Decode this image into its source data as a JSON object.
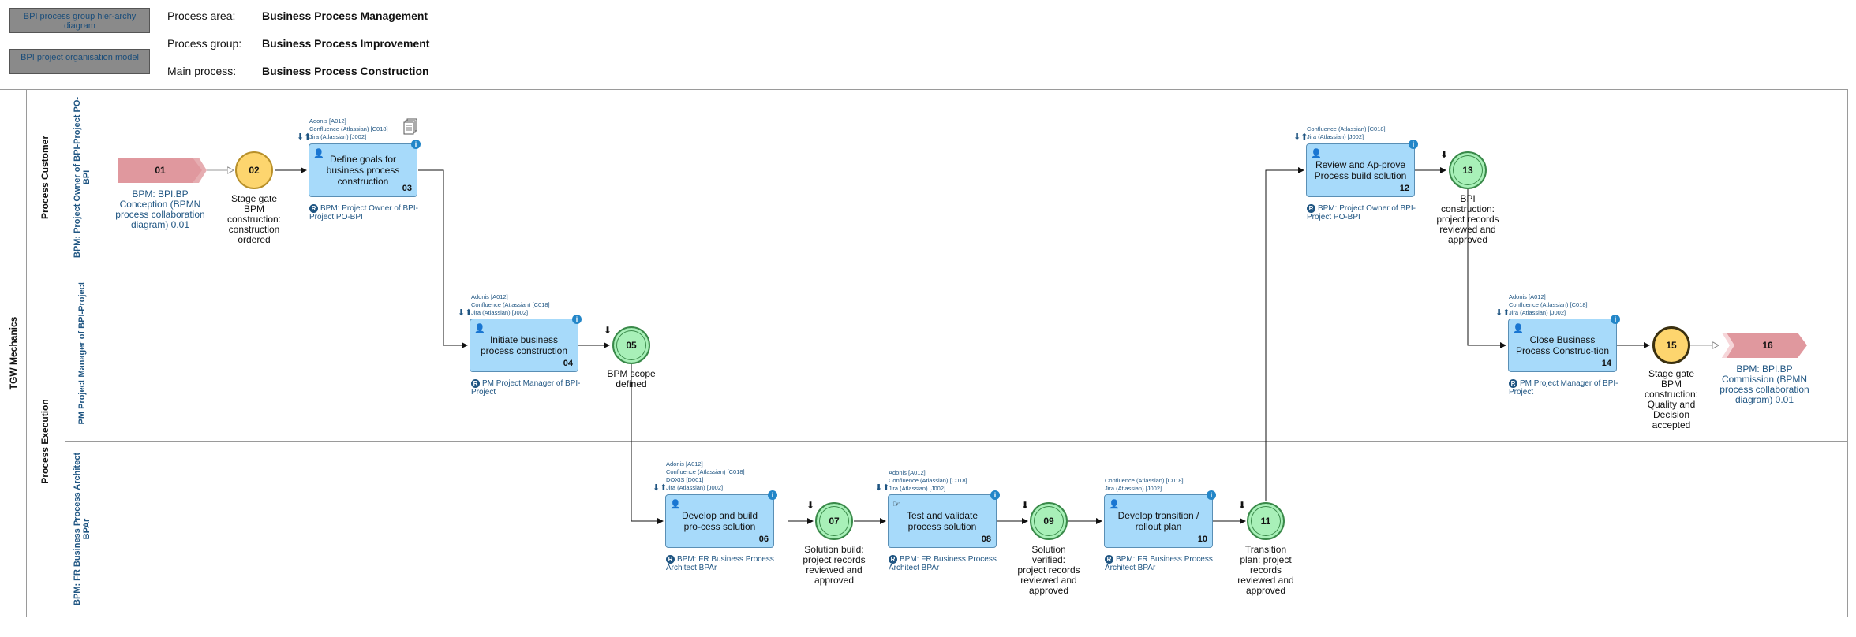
{
  "header": {
    "btn_hierarchy": "BPI process group hier-archy diagram",
    "btn_org": "BPI project organisation model",
    "area_label": "Process area:",
    "area_value": "Business Process Management",
    "group_label": "Process group:",
    "group_value": "Business Process Improvement",
    "main_label": "Main process:",
    "main_value": "Business Process Construction"
  },
  "pool": {
    "name": "TGW Mechanics"
  },
  "phases": {
    "customer": "Process Customer",
    "execution": "Process Execution"
  },
  "lanes": {
    "owner": "BPM: Project Owner of BPI-Project PO-BPI",
    "pm": "PM Project Manager of BPI-Project",
    "architect": "BPM: FR Business Process Architect BPAr"
  },
  "ipis": {
    "start": {
      "num": "01",
      "caption": "BPM: BPI.BP Conception (BPMN process collaboration diagram) 0.01"
    },
    "end": {
      "num": "16",
      "caption": "BPM: BPI.BP Commission (BPMN process collaboration diagram) 0.01"
    }
  },
  "events": {
    "e02": {
      "num": "02",
      "caption": "Stage gate BPM construction: construction ordered"
    },
    "e05": {
      "num": "05",
      "caption": "BPM scope defined"
    },
    "e07": {
      "num": "07",
      "caption": "Solution build: project records reviewed and approved"
    },
    "e09": {
      "num": "09",
      "caption": "Solution verified: project records reviewed and approved"
    },
    "e11": {
      "num": "11",
      "caption": "Transition plan: project records reviewed and approved"
    },
    "e13": {
      "num": "13",
      "caption": "BPI construction: project records reviewed and approved"
    },
    "e15": {
      "num": "15",
      "caption": "Stage gate BPM construction: Quality and Decision accepted"
    }
  },
  "tasks": {
    "t03": {
      "num": "03",
      "label": "Define goals for business process construction",
      "tools": [
        "Adonis [A012]",
        "Confluence (Atlassian) [C018]",
        "Jira (Atlassian) [J002]"
      ],
      "role": "BPM: Project Owner of BPI-Project PO-BPI"
    },
    "t04": {
      "num": "04",
      "label": "Initiate business process construction",
      "tools": [
        "Adonis [A012]",
        "Confluence (Atlassian) [C018]",
        "Jira (Atlassian) [J002]"
      ],
      "role": "PM Project Manager of BPI-Project"
    },
    "t06": {
      "num": "06",
      "label": "Develop and build pro-cess solution",
      "tools": [
        "Adonis [A012]",
        "Confluence (Atlassian) [C018]",
        "DOXIS [D001]",
        "Jira (Atlassian) [J002]"
      ],
      "role": "BPM: FR Business Process Architect BPAr"
    },
    "t08": {
      "num": "08",
      "label": "Test and validate process solution",
      "tools": [
        "Adonis [A012]",
        "Confluence (Atlassian) [C018]",
        "Jira (Atlassian) [J002]"
      ],
      "role": "BPM: FR Business Process Architect BPAr"
    },
    "t10": {
      "num": "10",
      "label": "Develop transition / rollout plan",
      "tools": [
        "Confluence (Atlassian) [C018]",
        "Jira (Atlassian) [J002]"
      ],
      "role": "BPM: FR Business Process Architect BPAr"
    },
    "t12": {
      "num": "12",
      "label": "Review and Ap-prove Process build solution",
      "tools": [
        "Confluence (Atlassian) [C018]",
        "Jira (Atlassian) [J002]"
      ],
      "role": "BPM: Project Owner of BPI-Project PO-BPI"
    },
    "t14": {
      "num": "14",
      "label": "Close Business Process Construc-tion",
      "tools": [
        "Adonis [A012]",
        "Confluence (Atlassian) [C018]",
        "Jira (Atlassian) [J002]"
      ],
      "role": "PM Project Manager of BPI-Project"
    }
  },
  "icons": {
    "person": "person-icon",
    "info": "info-icon",
    "document": "document-stack-icon",
    "updown": "up-down-arrows-icon",
    "down": "down-arrow-icon",
    "role": "role-r-icon"
  },
  "colors": {
    "task": "#a7dafa",
    "gate": "#fdd56e",
    "milestone": "#a8f0b8",
    "ipi": "#e0989e",
    "lane_text": "#1f5582"
  }
}
